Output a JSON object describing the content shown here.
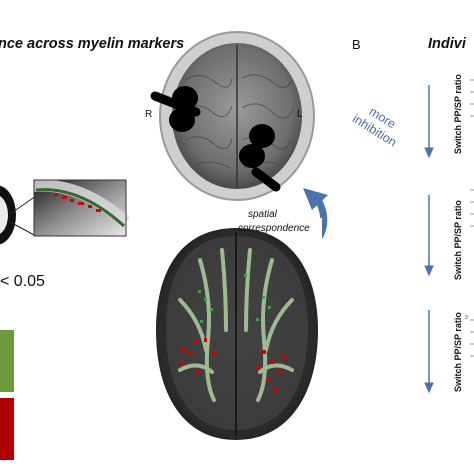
{
  "panel_a": {
    "title": "nce across myelin markers",
    "stat_text": "< 0.05",
    "hemisphere_right": "R",
    "hemisphere_left": "L",
    "spatial_label_line1": "spatial",
    "spatial_label_line2": "correspondence"
  },
  "panel_b": {
    "label": "B",
    "title": "Indivi",
    "arrow_note_line1": "more",
    "arrow_note_line2": "inhibition",
    "plots": [
      {
        "ylabel": "Switch PP/SP ratio"
      },
      {
        "ylabel": "Switch PP/SP ratio"
      },
      {
        "ylabel": "Switch PP/SP ratio"
      }
    ],
    "tick_3": "3"
  },
  "colors": {
    "arrow_blue": "#4a72b0",
    "legend_green": "#6f9a3c",
    "legend_red": "#b00000",
    "cluster_red": "#d40000",
    "tract_green": "#7ab86a"
  }
}
